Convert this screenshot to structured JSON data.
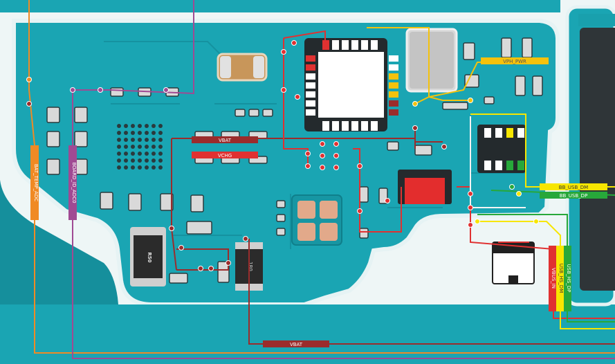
{
  "colors": {
    "board": "#19a6b4",
    "board_dark": "#128593",
    "edge": "#e8f1f2",
    "vbat": "#9b2c2c",
    "vchg": "#e03131",
    "vph": "#f4c20d",
    "bat_temp": "#f08a24",
    "board_id": "#a04a93",
    "usb_dm": "#f7e600",
    "usb_dp": "#27a83a",
    "white_net": "#f4f4f4"
  },
  "nets": {
    "vbat_top": "VBAT",
    "vchg": "VCHG",
    "vph_pwr": "VPH_PWR",
    "bat_temp": "BAT_TEMP_ADC",
    "board_id": "BOARD_ID_ADC0",
    "bb_usb_dm": "BB_USB_DM",
    "bb_usb_dp": "BB_USB_DP",
    "vbus_in": "VBUS_IN",
    "usb_hs_dm": "USB_HS_DM",
    "usb_hs_dp": "USB_HS_DP",
    "vbat_bottom": "VBAT"
  },
  "components": {
    "inductor_marking": "R50",
    "coil_marking": "1R0"
  }
}
